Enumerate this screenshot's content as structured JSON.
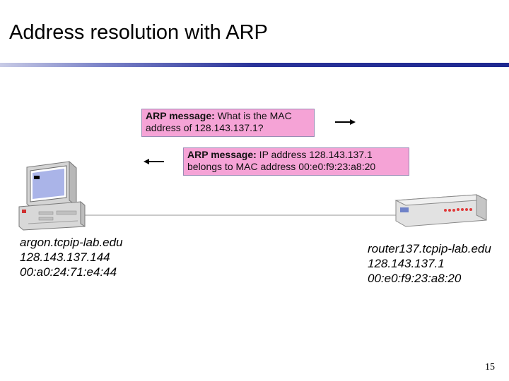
{
  "slide": {
    "title": "Address resolution with ARP",
    "page_number": "15"
  },
  "messages": {
    "request": {
      "label": "ARP message:",
      "text_line1": " What is the MAC",
      "text_line2": "address of 128.143.137.1?"
    },
    "reply": {
      "label": "ARP message:",
      "text_line1": " IP address 128.143.137.1",
      "text_line2": "belongs to MAC address 00:e0:f9:23:a8:20"
    }
  },
  "hosts": {
    "argon": {
      "name": "argon.tcpip-lab.edu",
      "ip": "128.143.137.144",
      "mac": "00:a0:24:71:e4:44"
    },
    "router": {
      "name": "router137.tcpip-lab.edu",
      "ip": "128.143.137.1",
      "mac": "00:e0:f9:23:a8:20"
    }
  },
  "colors": {
    "message_fill": "#f5a3d6",
    "rule_dark": "#1e2890",
    "network_line": "#b0b0b0"
  },
  "icons": {
    "host": "desktop-computer-icon",
    "router": "router-device-icon"
  }
}
